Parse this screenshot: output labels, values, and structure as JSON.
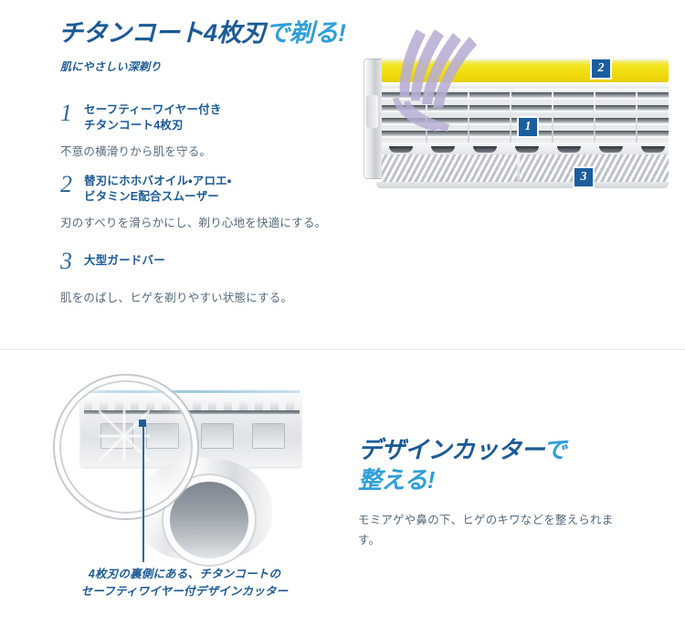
{
  "section1": {
    "headline_dark": "チタンコート4枚刃",
    "headline_light": "で剃る!",
    "subtitle": "肌にやさしい深剃り",
    "features": [
      {
        "num": "1",
        "title": "セーフティーワイヤー付き\nチタンコート4枚刃",
        "title_line1": "セーフティーワイヤー付き",
        "title_line2": "チタンコート4枚刃",
        "desc": "不意の横滑りから肌を守る。"
      },
      {
        "num": "2",
        "title_line1": "替刃にホホバオイル・アロエ・",
        "title_line2": "ビタミンE配合スムーザー",
        "desc": "刃のすべりを滑らかにし、剃り心地を快適にする。"
      },
      {
        "num": "3",
        "title_line1": "大型ガードバー",
        "title_line2": "",
        "desc": "肌をのばし、ヒゲを剃りやすい状態にする。"
      }
    ],
    "image": {
      "alt": "チタンコート4枚刃カートリッジ断面図",
      "badges": [
        {
          "label": "1",
          "target": "blade-block"
        },
        {
          "label": "2",
          "target": "lubricating-strip"
        },
        {
          "label": "3",
          "target": "guard-bar"
        }
      ],
      "strip_color": "#f0dc0c",
      "hair_color": "#b8aed4"
    }
  },
  "section2": {
    "headline_dark": "デザインカッター",
    "headline_light_inline": "で",
    "headline_light_line2": "整える!",
    "desc": "モミアゲや鼻の下、ヒゲのキワなどを整えられます。",
    "caption_line1": "4枚刃の裏側にある、チタンコートの",
    "caption_line2": "セーフティワイヤー付デザインカッター",
    "image": {
      "alt": "4枚刃の裏側デザインカッター拡大図"
    }
  },
  "colors": {
    "navy": "#1c5a96",
    "light_blue": "#2f9fd8",
    "body_text": "#56697c",
    "badge_bg": "#1b5e9e",
    "divider": "#e4e6e8",
    "yellow": "#f0dc0c",
    "lavender": "#b8aed4"
  }
}
